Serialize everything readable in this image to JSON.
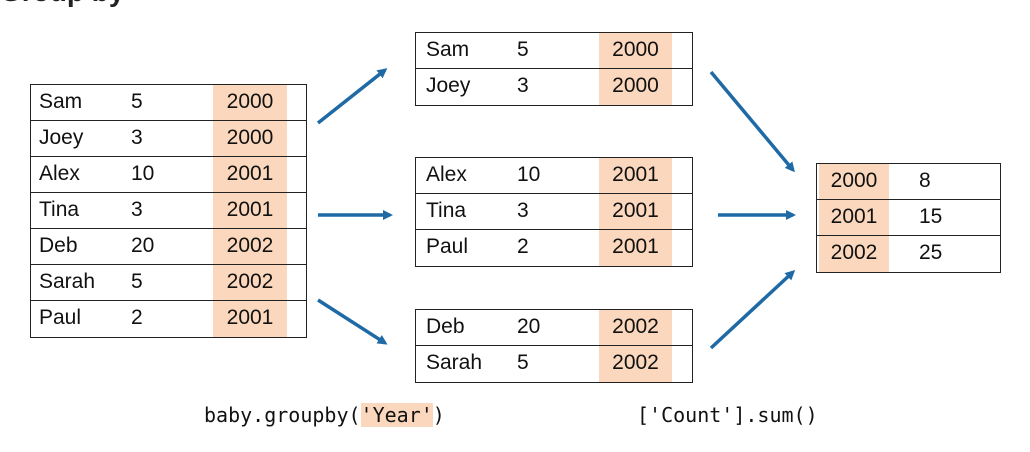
{
  "header": {
    "partial_title": "Group by"
  },
  "source_table": [
    {
      "name": "Sam",
      "count": "5",
      "year": "2000"
    },
    {
      "name": "Joey",
      "count": "3",
      "year": "2000"
    },
    {
      "name": "Alex",
      "count": "10",
      "year": "2001"
    },
    {
      "name": "Tina",
      "count": "3",
      "year": "2001"
    },
    {
      "name": "Deb",
      "count": "20",
      "year": "2002"
    },
    {
      "name": "Sarah",
      "count": "5",
      "year": "2002"
    },
    {
      "name": "Paul",
      "count": "2",
      "year": "2001"
    }
  ],
  "groups": [
    {
      "rows": [
        {
          "name": "Sam",
          "count": "5",
          "year": "2000"
        },
        {
          "name": "Joey",
          "count": "3",
          "year": "2000"
        }
      ]
    },
    {
      "rows": [
        {
          "name": "Alex",
          "count": "10",
          "year": "2001"
        },
        {
          "name": "Tina",
          "count": "3",
          "year": "2001"
        },
        {
          "name": "Paul",
          "count": "2",
          "year": "2001"
        }
      ]
    },
    {
      "rows": [
        {
          "name": "Deb",
          "count": "20",
          "year": "2002"
        },
        {
          "name": "Sarah",
          "count": "5",
          "year": "2002"
        }
      ]
    }
  ],
  "result_table": [
    {
      "year": "2000",
      "sum": "8"
    },
    {
      "year": "2001",
      "sum": "15"
    },
    {
      "year": "2002",
      "sum": "25"
    }
  ],
  "code": {
    "groupby_prefix": "baby.groupby(",
    "groupby_arg": "'Year'",
    "groupby_suffix": ")",
    "aggregate": "['Count'].sum()"
  },
  "colors": {
    "highlight": "#fbd8bd",
    "arrow": "#1f6aa5",
    "border": "#222222"
  }
}
